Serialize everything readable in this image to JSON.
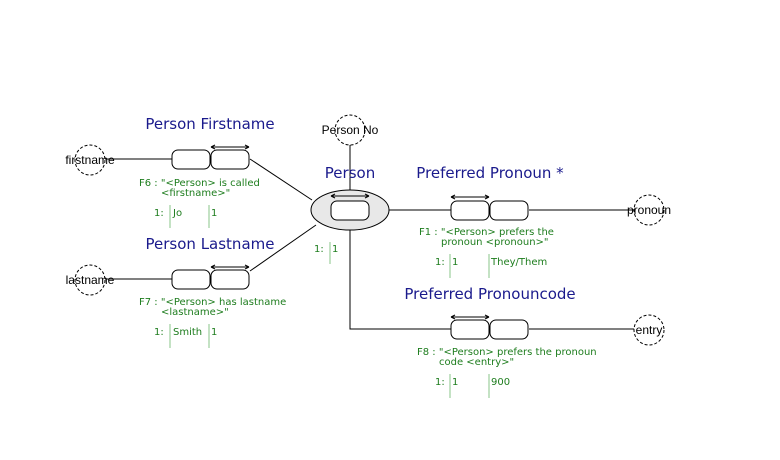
{
  "entity": {
    "name": "Person",
    "ref_mode": "Person No",
    "population": {
      "index": "1:",
      "value": "1"
    }
  },
  "fact_types": [
    {
      "id": "person-firstname",
      "title": "Person Firstname",
      "value_type": "firstname",
      "reading_line1": "F6 : \"<Person> is called",
      "reading_line2": "<firstname>\"",
      "rows": [
        {
          "index": "1:",
          "col1": "Jo",
          "col2": "1"
        }
      ]
    },
    {
      "id": "person-lastname",
      "title": "Person Lastname",
      "value_type": "lastname",
      "reading_line1": "F7 : \"<Person> has lastname",
      "reading_line2": "<lastname>\"",
      "rows": [
        {
          "index": "1:",
          "col1": "Smith",
          "col2": "1"
        }
      ]
    },
    {
      "id": "preferred-pronoun",
      "title": "Preferred Pronoun *",
      "value_type": "pronoun",
      "reading_line1": "F1 : \"<Person> prefers the",
      "reading_line2": "pronoun <pronoun>\"",
      "rows": [
        {
          "index": "1:",
          "col1": "1",
          "col2": "They/Them"
        }
      ]
    },
    {
      "id": "preferred-pronouncode",
      "title": "Preferred Pronouncode",
      "value_type": "entry",
      "reading_line1": "F8 : \"<Person> prefers the pronoun",
      "reading_line2": "code <entry>\"",
      "rows": [
        {
          "index": "1:",
          "col1": "1",
          "col2": "900"
        }
      ]
    }
  ],
  "colors": {
    "title": "#1a1a8c",
    "reading": "#1e7d1e",
    "entity_fill": "#e8e8e8"
  }
}
